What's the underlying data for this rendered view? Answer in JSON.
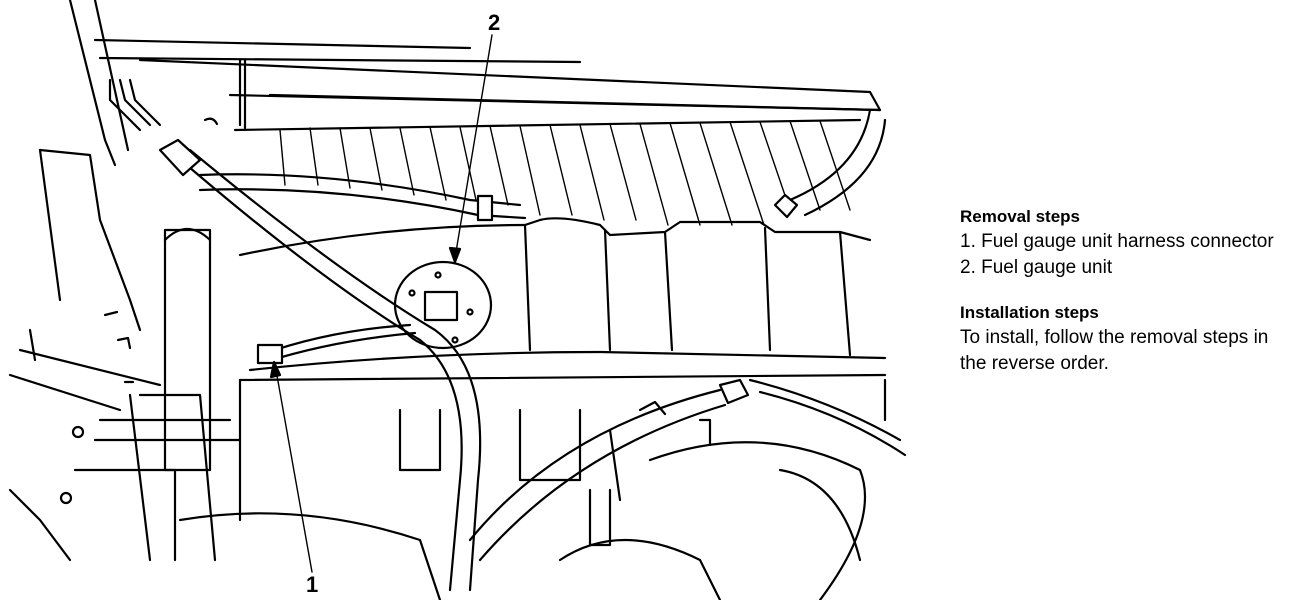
{
  "callouts": {
    "item1": "1",
    "item2": "2"
  },
  "removal": {
    "heading": "Removal steps",
    "steps": [
      "1. Fuel gauge unit harness connector",
      "2. Fuel gauge unit"
    ]
  },
  "installation": {
    "heading": "Installation steps",
    "text": "To install, follow the removal steps in the reverse order."
  }
}
